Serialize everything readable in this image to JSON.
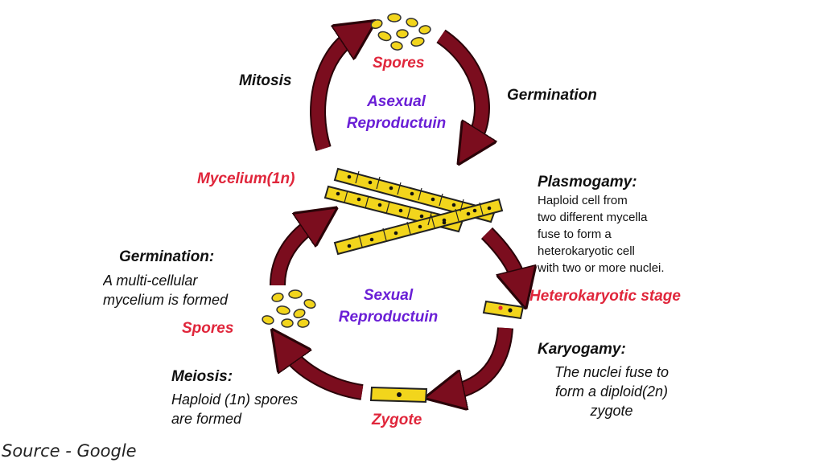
{
  "asexual": {
    "spores": "Spores",
    "title_line1": "Asexual",
    "title_line2": "Reproductuin",
    "mitosis": "Mitosis",
    "germination": "Germination"
  },
  "mycelium": "Mycelium(1n)",
  "plasmogamy": {
    "title": "Plasmogamy:",
    "lines": [
      "Haploid cell from",
      "two different mycella",
      "fuse to form a",
      "heterokaryotic cell",
      "with two or more nuclei."
    ]
  },
  "heterokaryotic_stage": "Heterokaryotic stage",
  "karyogamy": {
    "title": "Karyogamy:",
    "lines": [
      "The nuclei fuse to",
      "form a diploid(2n)",
      "zygote"
    ]
  },
  "zygote": "Zygote",
  "meiosis": {
    "title": "Meiosis:",
    "lines": [
      "Haploid (1n) spores",
      "are formed"
    ]
  },
  "sexual": {
    "spores": "Spores",
    "title_line1": "Sexual",
    "title_line2": "Reproductuin",
    "germination_title": "Germination:",
    "germination_lines": [
      "A multi-cellular",
      "mycelium is formed"
    ]
  },
  "source": "Source - Google",
  "colors": {
    "arrow": "#7b0d1e",
    "arrow_outline": "#2a0308",
    "hypha_fill": "#f2d51c",
    "hypha_outline": "#222222",
    "nucleus": "#111111",
    "red_label": "#e0263b",
    "purple_label": "#6a1fd6"
  }
}
